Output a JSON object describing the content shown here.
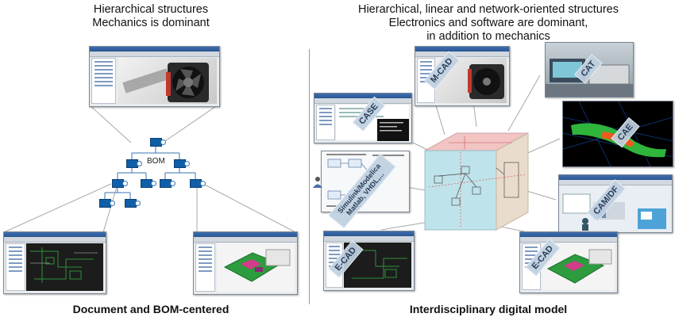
{
  "left": {
    "header_line1": "Hierarchical structures",
    "header_line2": "Mechanics is dominant",
    "footer": "Document and BOM-centered",
    "bom_label": "BOM"
  },
  "right": {
    "header_line1": "Hierarchical, linear and network-oriented structures",
    "header_line2": "Electronics and software are dominant,",
    "header_line3": "in addition to mechanics",
    "footer": "Interdisciplinary digital model"
  },
  "tags": {
    "mcad": "M-CAD",
    "cat": "CAT",
    "case": "CASE",
    "cae": "CAE",
    "simulink": "Simulink/Modelica Matlab, VHDL,...",
    "camdf": "CAM/DF",
    "ecad_left": "E-CAD",
    "ecad_right": "E-CAD"
  },
  "colors": {
    "bom_box": "#0f5ea8",
    "cube_top": "#f2c4c4",
    "cube_front": "#bfe3ea",
    "cube_side": "#e9dccd",
    "tag_bg": "#bed0e0"
  }
}
